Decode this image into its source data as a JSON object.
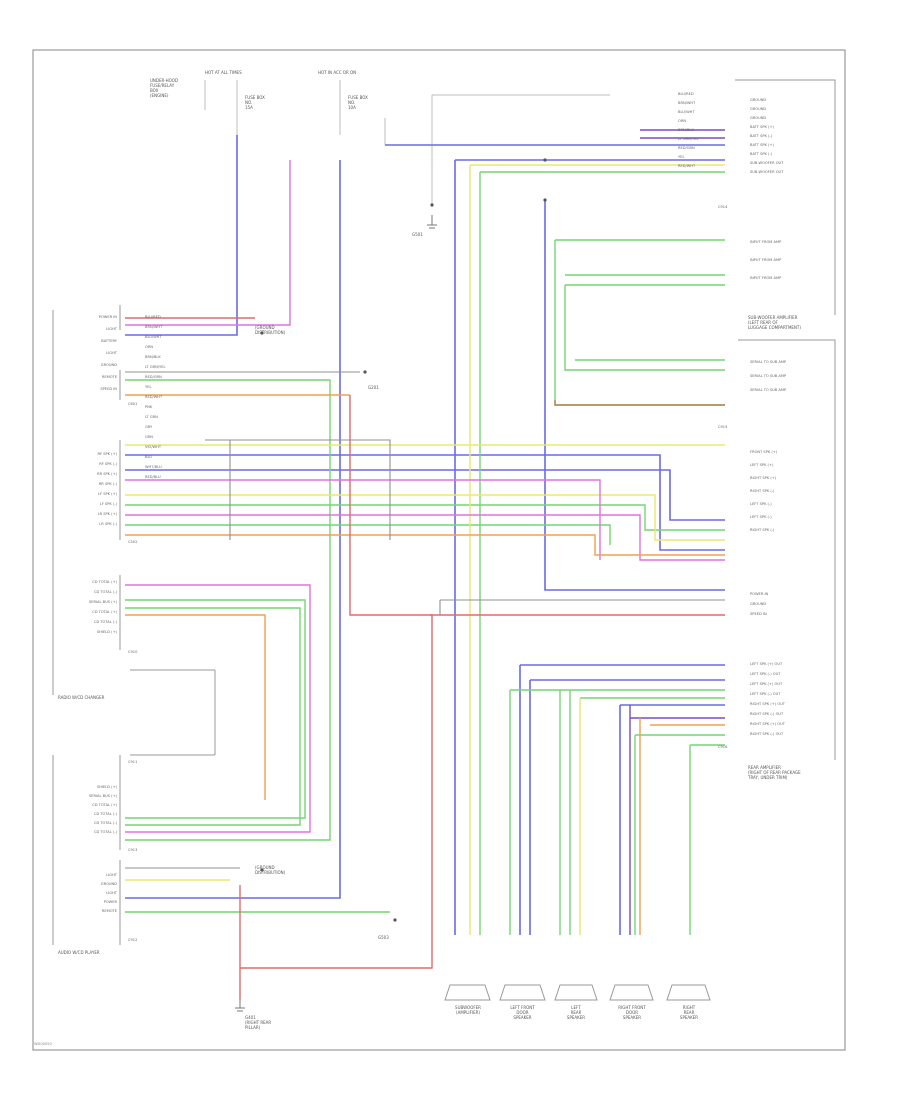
{
  "diagram": {
    "components": {
      "radio_with_cd_changer": "RADIO W/CD CHANGER",
      "radio_w_cd_player": "AUDIO W/CD PLAYER",
      "subwoofer": "SUBWOOFER\n(AMPLIFIER)",
      "left_front_door_speaker": "LEFT FRONT\nDOOR\nSPEAKER",
      "left_rear_speaker": "LEFT\nREAR\nSPEAKER",
      "right_front_door_speaker": "RIGHT FRONT\nDOOR\nSPEAKER",
      "right_rear_speaker": "RIGHT\nREAR\nSPEAKER",
      "sub_amp": "SUB-WOOFER AMPLIFIER\n(LEFT REAR OF\nLUGGAGE COMPARTMENT)",
      "rear_amp": "REAR AMPLIFIER\n(RIGHT OF REAR PACKAGE\nTRAY, UNDER TRIM)"
    },
    "fuses": {
      "hot_at_all_times": "HOT AT ALL TIMES",
      "hot_in_acc_or_on": "HOT IN ACC OR ON",
      "fuse_a": "FUSE BOX\nNO.\n15A",
      "fuse_b": "FUSE BOX\nNO.\n10A",
      "underhood_box": "UNDER-HOOD\nFUSE/RELAY\nBOX\n(ENGINE)"
    },
    "grounds": {
      "g1": "G501",
      "g2": "G201",
      "g3": "G503",
      "ground_ref_a": "(GROUND\nDISTRIBUTION)",
      "ground_ref_b": "(GROUND\nDISTRIBUTION)",
      "ground_c": "G401\n(RIGHT REAR\nPILLAR)"
    },
    "connectors": {
      "c1": "C601",
      "c2": "C502",
      "c3": "C910",
      "c4": "C911",
      "c5": "C913",
      "c6": "C912",
      "c7": "C914",
      "c8": "C915",
      "c9": "C916"
    },
    "left_pins_radio": [
      "POWER IN",
      "LIGHT",
      "BATTERY",
      "LIGHT",
      "GROUND",
      "REMOTE",
      "SPEED IN"
    ],
    "left_pins_speakers": [
      "RF SPK (+)",
      "RF SPK (-)",
      "RR SPK (+)",
      "RR SPK (-)",
      "LF SPK (+)",
      "LF SPK (-)",
      "LR SPK (+)",
      "LR SPK (-)"
    ],
    "left_pins_cd": [
      "CD TOTAL (+)",
      "CD TOTAL (-)",
      "SERIAL BUS (+)",
      "CD TOTAL (+)",
      "CD TOTAL (-)",
      "SHIELD (+)"
    ],
    "left_pins_lower": [
      "SHIELD (+)",
      "SERIAL BUS (+)",
      "CD TOTAL (+)",
      "CD TOTAL (-)",
      "CD TOTAL (-)",
      "CD TOTAL (-)"
    ],
    "left_pins_bottom": [
      "LIGHT",
      "GROUND",
      "LIGHT",
      "POWER",
      "REMOTE"
    ],
    "right_pins_top": [
      "GROUND",
      "GROUND",
      "GROUND",
      "BATT SPK (+)",
      "BATT SPK (-)",
      "BATT SPK (+)",
      "BATT SPK (-)",
      "SUB-WOOFER OUT",
      "SUB-WOOFER OUT"
    ],
    "right_pins_mid": [
      "INPUT FROM AMP",
      "INPUT FROM AMP",
      "INPUT FROM AMP"
    ],
    "right_pins_sub": [
      "SERIAL TO SUB AMP",
      "SERIAL TO SUB AMP",
      "SERIAL TO SUB AMP"
    ],
    "right_pins_front": [
      "FRONT SPK (+)",
      "LEFT SPK (+)",
      "RIGHT SPK (+)",
      "RIGHT SPK (-)",
      "LEFT SPK (-)",
      "LEFT SPK (-)",
      "RIGHT SPK (-)"
    ],
    "right_pins_power": [
      "POWER IN",
      "GROUND",
      "SPEED IN"
    ],
    "right_pins_rear": [
      "LEFT SPK (+) OUT",
      "LEFT SPK (-) OUT",
      "LEFT SPK (+) OUT",
      "LEFT SPK (-) OUT",
      "RIGHT SPK (+) OUT",
      "RIGHT SPK (-) OUT",
      "RIGHT SPK (+) OUT",
      "RIGHT SPK (-) OUT"
    ],
    "wire_colors": [
      "BLU/RED",
      "BRN/WHT",
      "BLU/WHT",
      "ORN",
      "BRN/BLK",
      "LT GRN/YEL",
      "RED/GRN",
      "YEL",
      "RED/WHT",
      "PNK",
      "LT GRN",
      "GRY",
      "GRN",
      "VIO/WHT",
      "BLU",
      "WHT/BLU",
      "RED/BLU"
    ],
    "colors": {
      "wire_blue": "#6a6ae8",
      "wire_purple": "#7a4ac8",
      "wire_green": "#74d574",
      "wire_yellow": "#e8e870",
      "wire_pink": "#e070e0",
      "wire_orange": "#f0a050",
      "wire_red": "#e06a6a",
      "wire_gray": "#909090",
      "wire_brown": "#a0783c",
      "frame": "#9a9a9a"
    },
    "watermark": "WD00050"
  }
}
